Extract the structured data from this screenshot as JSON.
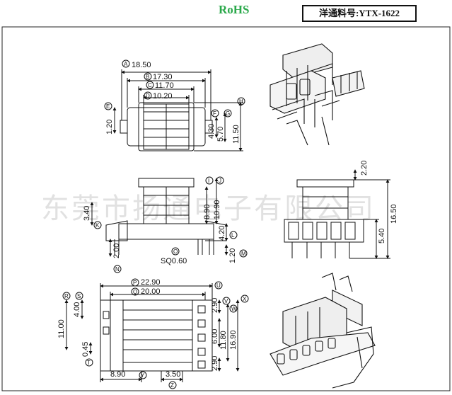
{
  "header": {
    "rohs": "RoHS",
    "part_label": "洋通料号:",
    "part_number": "YTX-1622"
  },
  "watermark": "东莞市扬通电子有限公司",
  "top_view": {
    "dims": [
      {
        "id": "A",
        "value": "18.50"
      },
      {
        "id": "B",
        "value": "17.30"
      },
      {
        "id": "C",
        "value": "11.70"
      },
      {
        "id": "D",
        "value": "10.20"
      },
      {
        "id": "E",
        "value": "1.20"
      },
      {
        "id": "F",
        "value": "4.30"
      },
      {
        "id": "G",
        "value": "5.70"
      },
      {
        "id": "H",
        "value": "11.50"
      }
    ]
  },
  "front_view": {
    "dims": [
      {
        "id": "I",
        "value": "8.90"
      },
      {
        "id": "J",
        "value": "10.90"
      },
      {
        "id": "K",
        "value": "3.40"
      },
      {
        "id": "L",
        "value": "4.20"
      },
      {
        "id": "M",
        "value": "1.20"
      },
      {
        "id": "N",
        "value": "2.00"
      },
      {
        "id": "O",
        "value": "SQ0.60"
      }
    ]
  },
  "side_view": {
    "dims": [
      {
        "value": "2.20"
      },
      {
        "value": "16.50"
      },
      {
        "value": "5.40"
      }
    ]
  },
  "bottom_view": {
    "dims": [
      {
        "id": "P",
        "value": "22.90"
      },
      {
        "id": "Q",
        "value": "20.00"
      },
      {
        "id": "R",
        "value": "11.00"
      },
      {
        "id": "S",
        "value": "4.00"
      },
      {
        "id": "T",
        "value": "0.45"
      },
      {
        "id": "U",
        "value": "2.90"
      },
      {
        "id": "V",
        "value": "6.00"
      },
      {
        "id": "W",
        "value": "11.80"
      },
      {
        "id": "X",
        "value": "16.90"
      },
      {
        "id": "Y",
        "value": "8.90"
      },
      {
        "id": "Z",
        "value": "3.50"
      },
      {
        "value": "2.90"
      }
    ]
  }
}
